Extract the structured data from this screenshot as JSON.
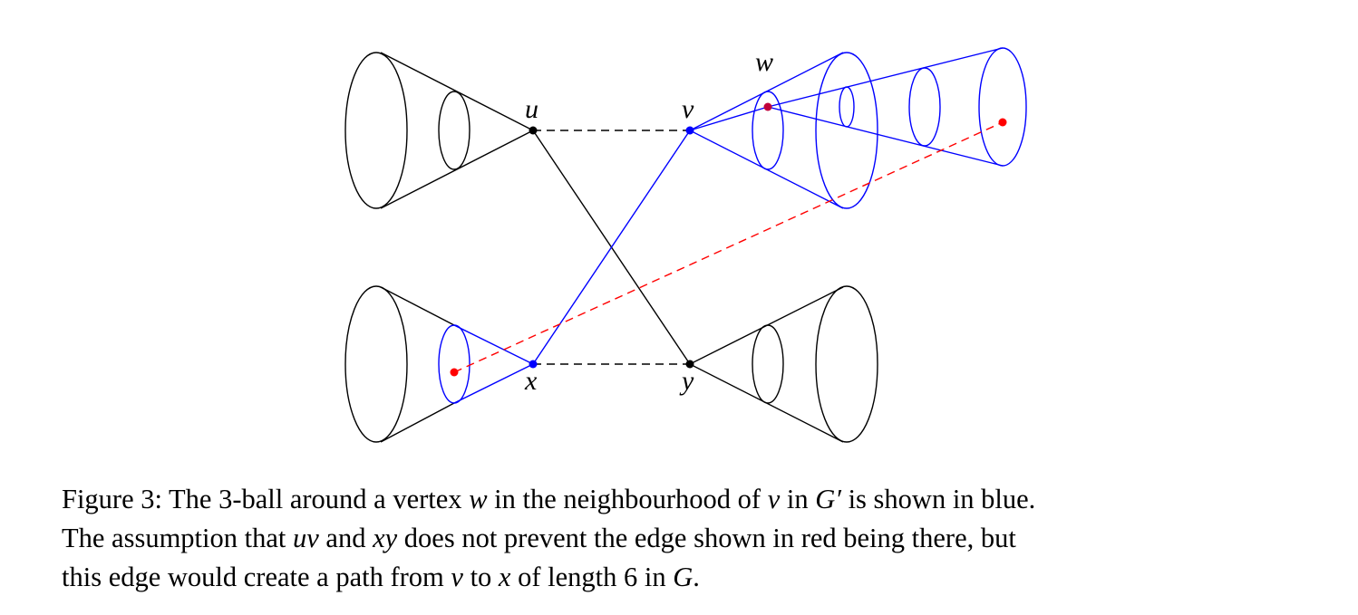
{
  "figure": {
    "vertex_labels": {
      "u": "u",
      "v": "v",
      "w": "w",
      "x": "x",
      "y": "y"
    },
    "colors": {
      "black": "#000000",
      "blue": "#0000ff",
      "red": "#ff0000",
      "w_vertex": "#c0003a"
    }
  },
  "caption": {
    "l1": [
      "Figure 3: The 3-ball around a vertex ",
      "w",
      " in the neighbourhood of ",
      "v",
      " in ",
      "G′",
      " is shown in blue."
    ],
    "l2": [
      "The assumption that ",
      "uv",
      " and ",
      "xy",
      " does not prevent the edge shown in red being there, but"
    ],
    "l3": [
      "this edge would create a path from ",
      "v",
      " to ",
      "x",
      " of length 6 in ",
      "G",
      "."
    ]
  }
}
